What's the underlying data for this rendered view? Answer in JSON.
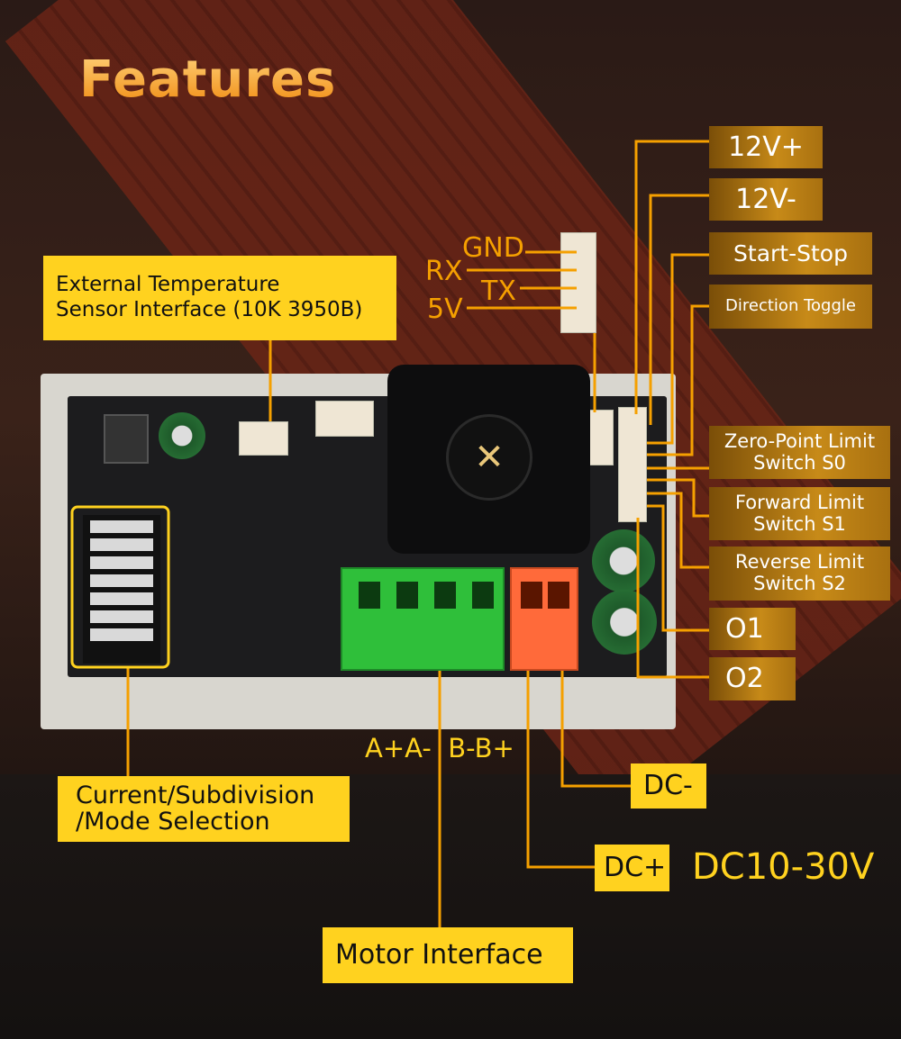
{
  "title": "Features",
  "uart": {
    "gnd": "GND",
    "rx": "RX",
    "tx": "TX",
    "v5": "5V"
  },
  "labels_right": {
    "v12_plus": "12V+",
    "v12_minus": "12V-",
    "start_stop": "Start-Stop",
    "direction": "Direction Toggle",
    "zero_point": [
      "Zero-Point Limit",
      "Switch S0"
    ],
    "forward": [
      "Forward Limit",
      "Switch S1"
    ],
    "reverse": [
      "Reverse Limit",
      "Switch S2"
    ],
    "o1": "O1",
    "o2": "O2"
  },
  "ntc_label": [
    "External Temperature",
    "Sensor Interface (10K 3950B)"
  ],
  "dip_label": [
    "Current/Subdivision",
    "/Mode Selection"
  ],
  "motor_pins": "A+A-  B-B+",
  "motor_label": "Motor Interface",
  "dc_minus": "DC-",
  "dc_plus": "DC+",
  "voltage_range": "DC10-30V",
  "colors": {
    "gold": "#c78a18",
    "yellow": "#ffd21f",
    "line": "#f5a000"
  }
}
